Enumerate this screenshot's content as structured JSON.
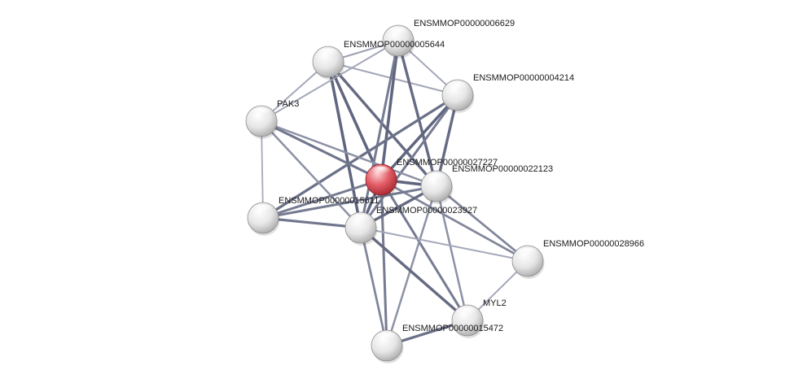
{
  "network": {
    "nodes": [
      {
        "id": "n6629",
        "label": "ENSMMOP00000006629",
        "color": "#e6e6e6"
      },
      {
        "id": "n5644",
        "label": "ENSMMOP00000005644",
        "color": "#e6e6e6"
      },
      {
        "id": "n4214",
        "label": "ENSMMOP00000004214",
        "color": "#e6e6e6"
      },
      {
        "id": "pak3",
        "label": "PAK3",
        "color": "#e6e6e6"
      },
      {
        "id": "n27227",
        "label": "ENSMMOP00000027227",
        "color": "#e35d66",
        "query": true
      },
      {
        "id": "n22123",
        "label": "ENSMMOP00000022123",
        "color": "#e6e6e6"
      },
      {
        "id": "n15611",
        "label": "ENSMMOP00000015611",
        "color": "#e6e6e6"
      },
      {
        "id": "n23927",
        "label": "ENSMMOP00000023927",
        "color": "#e6e6e6"
      },
      {
        "id": "n28966",
        "label": "ENSMMOP00000028966",
        "color": "#e6e6e6"
      },
      {
        "id": "myl2",
        "label": "MYL2",
        "color": "#e6e6e6"
      },
      {
        "id": "n15472",
        "label": "ENSMMOP00000015472",
        "color": "#e6e6e6"
      }
    ],
    "edges": [
      {
        "source": "n5644",
        "target": "n6629",
        "strength": 0.35
      },
      {
        "source": "n5644",
        "target": "n4214",
        "strength": 0.3
      },
      {
        "source": "n5644",
        "target": "pak3",
        "strength": 0.3
      },
      {
        "source": "n5644",
        "target": "n27227",
        "strength": 0.9
      },
      {
        "source": "n5644",
        "target": "n22123",
        "strength": 0.85
      },
      {
        "source": "n5644",
        "target": "n23927",
        "strength": 0.9
      },
      {
        "source": "n6629",
        "target": "n4214",
        "strength": 0.3
      },
      {
        "source": "n6629",
        "target": "pak3",
        "strength": 0.3
      },
      {
        "source": "n6629",
        "target": "n27227",
        "strength": 0.9
      },
      {
        "source": "n6629",
        "target": "n22123",
        "strength": 0.85
      },
      {
        "source": "n6629",
        "target": "n23927",
        "strength": 0.7
      },
      {
        "source": "n4214",
        "target": "n27227",
        "strength": 0.9
      },
      {
        "source": "n4214",
        "target": "n22123",
        "strength": 0.85
      },
      {
        "source": "n4214",
        "target": "n23927",
        "strength": 0.7
      },
      {
        "source": "n4214",
        "target": "n15611",
        "strength": 0.8
      },
      {
        "source": "pak3",
        "target": "n27227",
        "strength": 0.75
      },
      {
        "source": "pak3",
        "target": "n22123",
        "strength": 0.5
      },
      {
        "source": "pak3",
        "target": "n15611",
        "strength": 0.25
      },
      {
        "source": "pak3",
        "target": "n23927",
        "strength": 0.5
      },
      {
        "source": "n27227",
        "target": "n22123",
        "strength": 0.9
      },
      {
        "source": "n27227",
        "target": "n15611",
        "strength": 0.7
      },
      {
        "source": "n27227",
        "target": "n23927",
        "strength": 0.9
      },
      {
        "source": "n27227",
        "target": "n28966",
        "strength": 0.6
      },
      {
        "source": "n27227",
        "target": "myl2",
        "strength": 0.7
      },
      {
        "source": "n27227",
        "target": "n15472",
        "strength": 0.7
      },
      {
        "source": "n22123",
        "target": "n15611",
        "strength": 0.7
      },
      {
        "source": "n22123",
        "target": "n23927",
        "strength": 0.85
      },
      {
        "source": "n22123",
        "target": "n28966",
        "strength": 0.6
      },
      {
        "source": "n22123",
        "target": "myl2",
        "strength": 0.5
      },
      {
        "source": "n22123",
        "target": "n15472",
        "strength": 0.5
      },
      {
        "source": "n15611",
        "target": "n23927",
        "strength": 0.75
      },
      {
        "source": "n23927",
        "target": "n28966",
        "strength": 0.3
      },
      {
        "source": "n23927",
        "target": "myl2",
        "strength": 0.85
      },
      {
        "source": "n23927",
        "target": "n15472",
        "strength": 0.6
      },
      {
        "source": "n28966",
        "target": "myl2",
        "strength": 0.3
      },
      {
        "source": "myl2",
        "target": "n15472",
        "strength": 0.8
      }
    ]
  }
}
